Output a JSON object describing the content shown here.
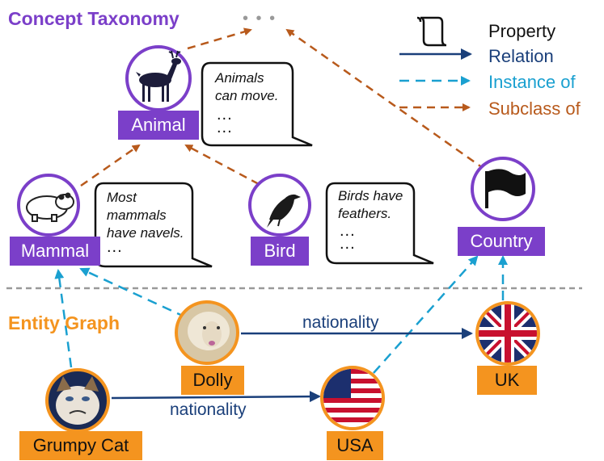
{
  "titles": {
    "concept_taxonomy": "Concept Taxonomy",
    "entity_graph": "Entity Graph"
  },
  "legend": {
    "property": "Property",
    "relation": "Relation",
    "instance_of": "Instance of",
    "subclass_of": "Subclass of"
  },
  "concepts": {
    "animal": "Animal",
    "mammal": "Mammal",
    "bird": "Bird",
    "country": "Country"
  },
  "properties": {
    "animal": [
      "Animals",
      "can move."
    ],
    "mammal": [
      "Most",
      "mammals",
      "have navels."
    ],
    "bird": [
      "Birds have",
      "feathers."
    ],
    "ellipsis": "..."
  },
  "entities": {
    "dolly": "Dolly",
    "grumpy_cat": "Grumpy Cat",
    "usa": "USA",
    "uk": "UK"
  },
  "relations": {
    "dolly_uk": "nationality",
    "cat_usa": "nationality"
  },
  "top_ellipsis": "• • •",
  "colors": {
    "purple": "#7b3fc9",
    "orange": "#f4941f",
    "relation": "#1a3f7a",
    "instance": "#1aa0d0",
    "subclass": "#b85a1c"
  }
}
